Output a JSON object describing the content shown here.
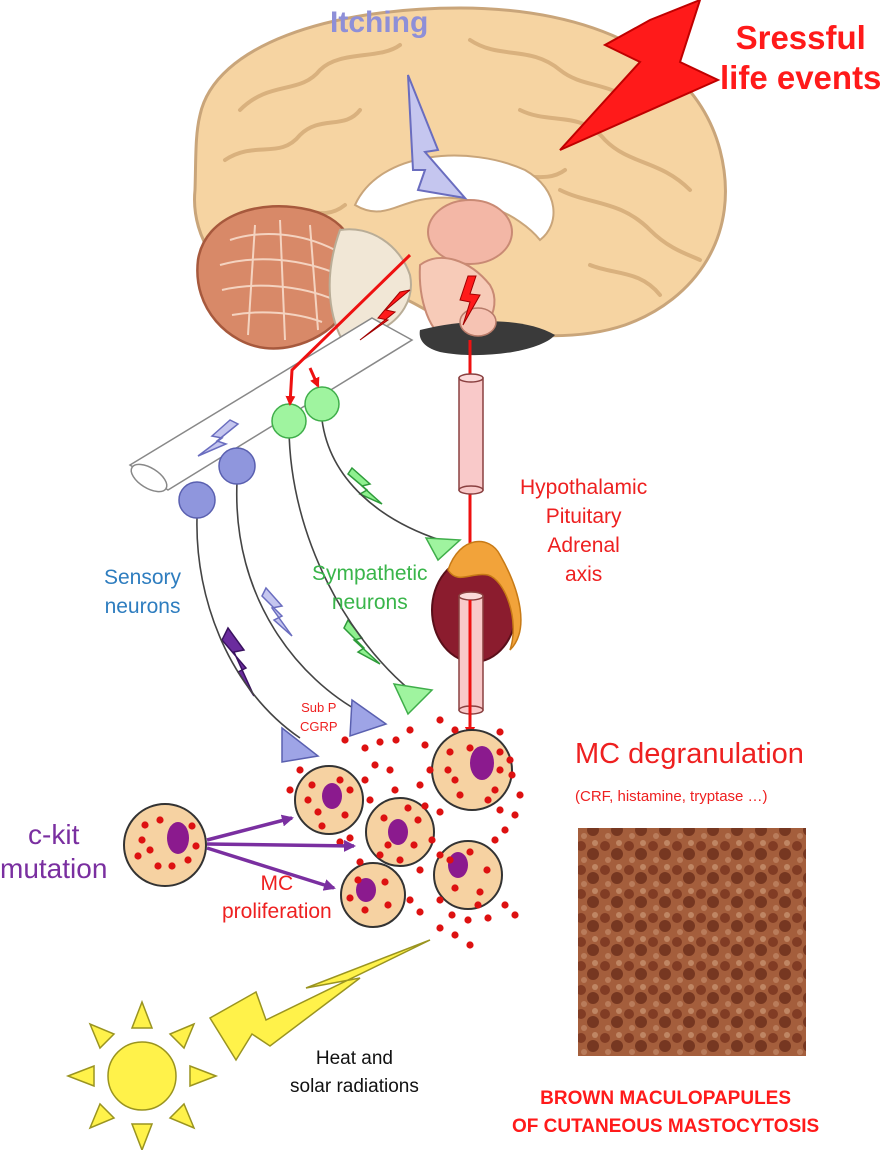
{
  "labels": {
    "itching": "Itching",
    "stress_line1": "Sressful",
    "stress_line2": "life events",
    "hpa_line1": "Hypothalamic",
    "hpa_line2": "Pituitary",
    "hpa_line3": "Adrenal",
    "hpa_line4": "axis",
    "sensory_line1": "Sensory",
    "sensory_line2": "neurons",
    "sympathetic_line1": "Sympathetic",
    "sympathetic_line2": "neurons",
    "subp_line1": "Sub P",
    "subp_line2": "CGRP",
    "mc_degranulation": "MC degranulation",
    "mc_degranulation_sub": "(CRF, histamine, tryptase …)",
    "ckit_line1": "c-kit",
    "ckit_line2": "mutation",
    "prolif_line1": "MC",
    "prolif_line2": "proliferation",
    "heat_line1": "Heat and",
    "heat_line2": "solar radiations",
    "brown_line1": "BROWN MACULOPAPULES",
    "brown_line2": "OF CUTANEOUS MASTOCYTOSIS"
  },
  "colors": {
    "brain": "#f6d4a2",
    "brain_outline": "#c9a57a",
    "cerebellum": "#d88968",
    "stress_red": "#ff1a1a",
    "itch_lilac": "#b9bbe8",
    "sensory_blue": "#8f96dd",
    "sympathetic_green": "#8ff08f",
    "mast_cell": "#f6d2a2",
    "nucleus": "#8b1a8e",
    "granule": "#dd1111",
    "ckit_purple": "#7a2fa0",
    "sun_yellow": "#fff04a",
    "skin_brown": "#a55a38"
  },
  "icons": [
    "sun-icon",
    "lightning-icon",
    "brain-icon",
    "adrenal-gland-icon",
    "mast-cell-icon"
  ]
}
